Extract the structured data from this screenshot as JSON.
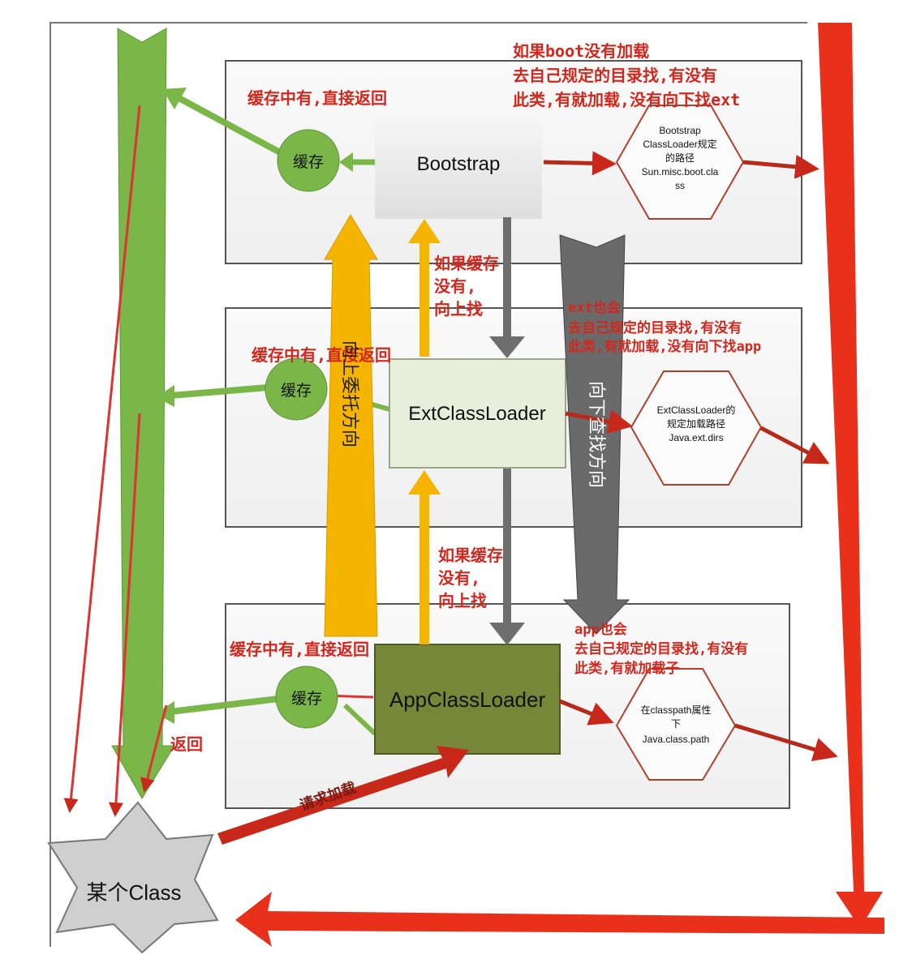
{
  "colors": {
    "green": "#7ab648",
    "red": "#e8301a",
    "yellow": "#f5b400",
    "gray": "#6e6e6e",
    "olive": "#76873a",
    "text_red": "#d0281e"
  },
  "loaders": {
    "bootstrap": {
      "label": "Bootstrap",
      "cache": "缓存",
      "cache_hit": "缓存中有,直接返回",
      "note": [
        "如果boot没有加载",
        "去自己规定的目录找,有没有",
        "此类,有就加载,没有向下找ext"
      ],
      "path": [
        "Bootstrap",
        "ClassLoader规定",
        "的路径",
        "Sun.misc.boot.cla",
        "ss"
      ]
    },
    "ext": {
      "label": "ExtClassLoader",
      "cache": "缓存",
      "cache_hit": "缓存中有,直接返回",
      "note": [
        "ext也会",
        "去自己规定的目录找,有没有",
        "此类,有就加载,没有向下找app"
      ],
      "path": [
        "ExtClassLoader的",
        "规定加载路径",
        "Java.ext.dirs"
      ]
    },
    "app": {
      "label": "AppClassLoader",
      "cache": "缓存",
      "cache_hit": "缓存中有,直接返回",
      "note": [
        "app也会",
        "去自己规定的目录找,有没有",
        "此类,有就加载子"
      ],
      "path": [
        "在classpath属性",
        "下",
        "Java.class.path"
      ]
    }
  },
  "cache_miss_1": [
    "如果缓存",
    "没有,",
    "向上找"
  ],
  "cache_miss_2": [
    "如果缓存",
    "没有,",
    "向上找"
  ],
  "delegate_up": "向上委托方向",
  "search_down": "向下查找方向",
  "return_label": "返回",
  "request_label": "请求加载",
  "class_label": "某个Class"
}
